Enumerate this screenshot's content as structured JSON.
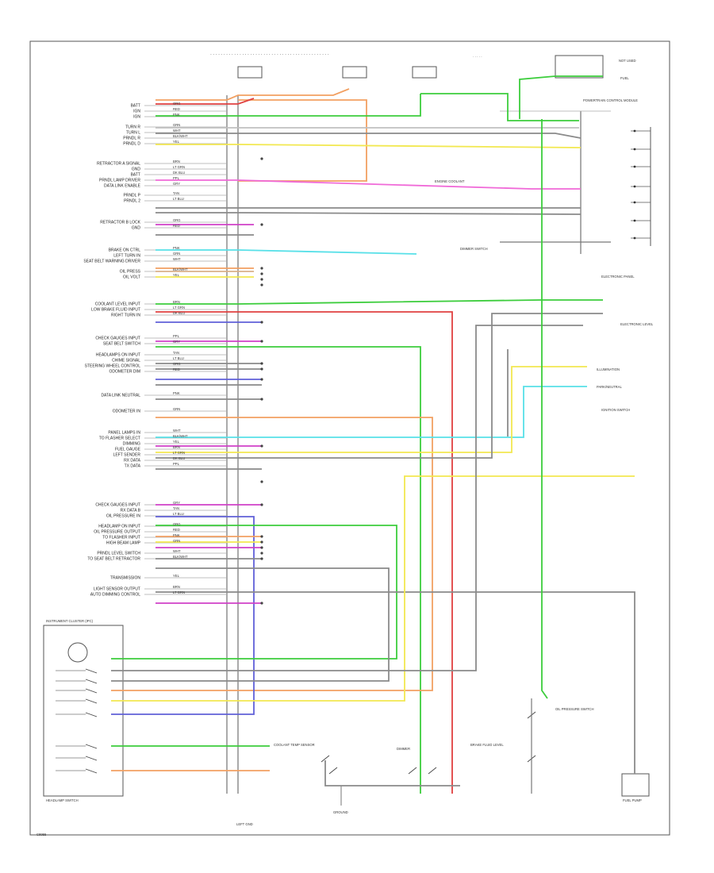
{
  "page_code": "C8955",
  "main_connector_name": "POWERTRAIN CONTROL MODULE",
  "instrument_cluster_label": "INSTRUMENT CLUSTER (IPC)",
  "headlamp_switch_label": "HEADLAMP SWITCH",
  "electronic_panel_label": "ELECTRONIC PANEL",
  "ignition_switch_label": "IGNITION SWITCH",
  "left_pin_labels": [
    "BATT",
    "IGN",
    "IGN",
    "TURN R",
    "TURN L",
    "PRNDL R",
    "PRNDL D",
    "RETRACTOR A SIGNAL",
    "GND",
    "BATT",
    "PRNDL LAMP DRIVER",
    "DATA LINK ENABLE",
    "PRNDL P",
    "PRNDL 2",
    "RETRACTOR B LOCK",
    "GND",
    "BRAKE ON CTRL",
    "LEFT TURN IN",
    "SEAT BELT WARNING DRIVER",
    "OIL PRESS",
    "OIL VOLT",
    "COOLANT LEVEL INPUT",
    "LOW BRAKE FLUID INPUT",
    "RIGHT TURN IN",
    "CHECK GAUGES INPUT",
    "SEAT BELT SWITCH",
    "HEADLAMPS ON INPUT",
    "CHIME SIGNAL",
    "STEERING WHEEL CONTROL",
    "ODOMETER DIM",
    "DATA LINK NEUTRAL",
    "ODOMETER IN",
    "PANEL LAMPS IN",
    "TO FLASHER SELECT",
    "DIMMING",
    "FUEL GAUGE",
    "LEFT SENDER",
    "RX DATA",
    "TX DATA",
    "CHECK GAUGES INPUT",
    "RX DATA B",
    "OIL PRESSURE IN",
    "HEADLAMP ON INPUT",
    "OIL PRESSURE OUTPUT",
    "TO FLASHER INPUT",
    "HIGH BEAM LAMP",
    "PRNDL LEVEL SWITCH",
    "TO SEAT BELT RETRACTOR",
    "TRANSMISSION",
    "LIGHT SENSOR OUTPUT",
    "AUTO DIMMING CONTROL"
  ],
  "wire_colors": [
    "ORG",
    "RED",
    "PNK",
    "GRN",
    "WHT",
    "BLK/WHT",
    "YEL",
    "BRN",
    "LT GRN",
    "DK BLU",
    "PPL",
    "GRY",
    "TAN",
    "LT BLU"
  ],
  "right_callouts": [
    "NOT USED",
    "ELECTRONIC LEVEL",
    "FUEL",
    "ILLUMINATION",
    "PARK/NEUTRAL",
    "ENGINE COOLANT",
    "DIMMER SWITCH"
  ],
  "bottom_callouts": [
    "LEFT GND",
    "GROUND",
    "DIMMER",
    "COOLANT TEMP SENSOR",
    "BRAKE FLUID LEVEL",
    "OIL PRESSURE SWITCH",
    "FUEL PUMP"
  ],
  "colors": {
    "orange": "#f2a062",
    "red": "#e04040",
    "green": "#3ccd3c",
    "pink": "#f06ad8",
    "magenta": "#d040c8",
    "cyan": "#58e0e8",
    "yellow": "#f2e850",
    "blue": "#6060d8",
    "gray": "#8a8a8a",
    "lightgray": "#c0c0c0",
    "black": "#333333",
    "tan": "#d9b08a"
  }
}
